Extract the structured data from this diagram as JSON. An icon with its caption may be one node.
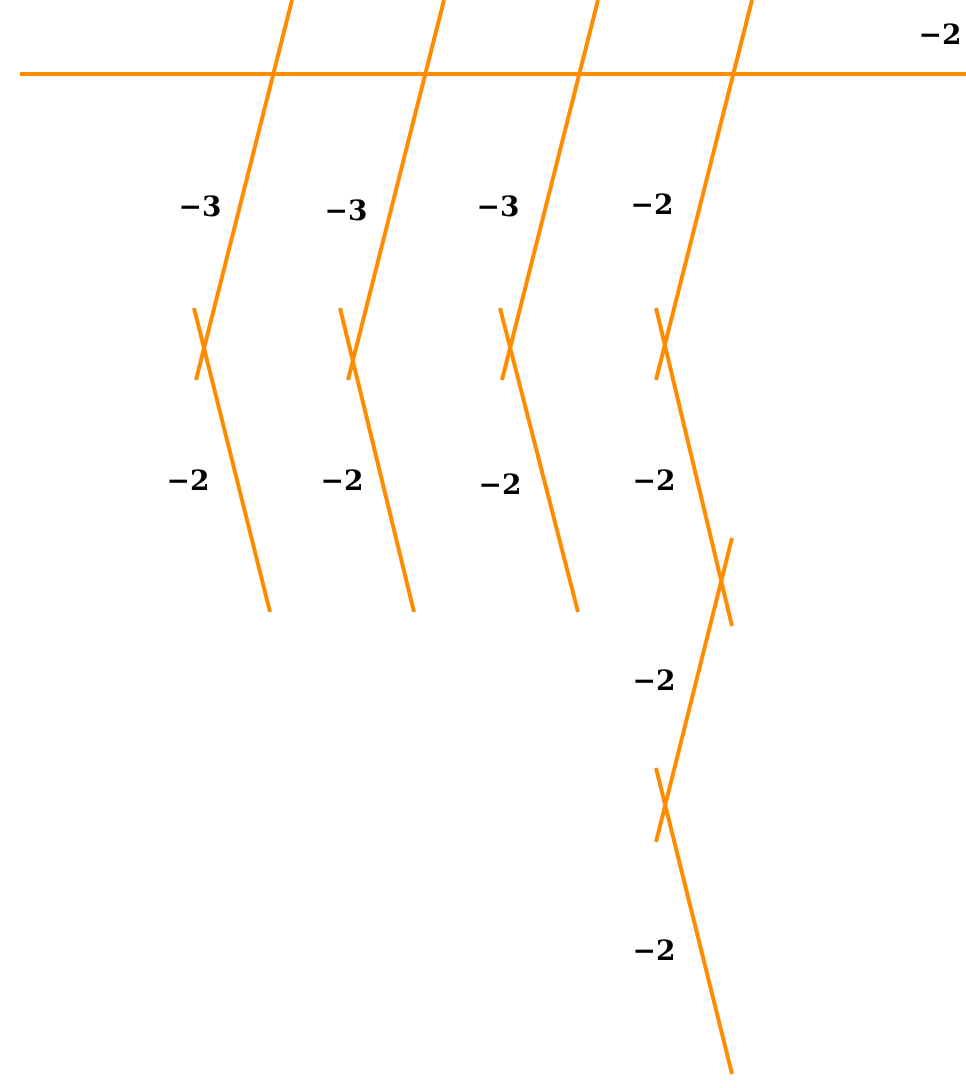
{
  "diagram": {
    "labels": [
      "−2",
      "−3",
      "−3",
      "−3",
      "−2",
      "−2",
      "−2",
      "−2",
      "−2",
      "−2",
      "−2"
    ]
  }
}
